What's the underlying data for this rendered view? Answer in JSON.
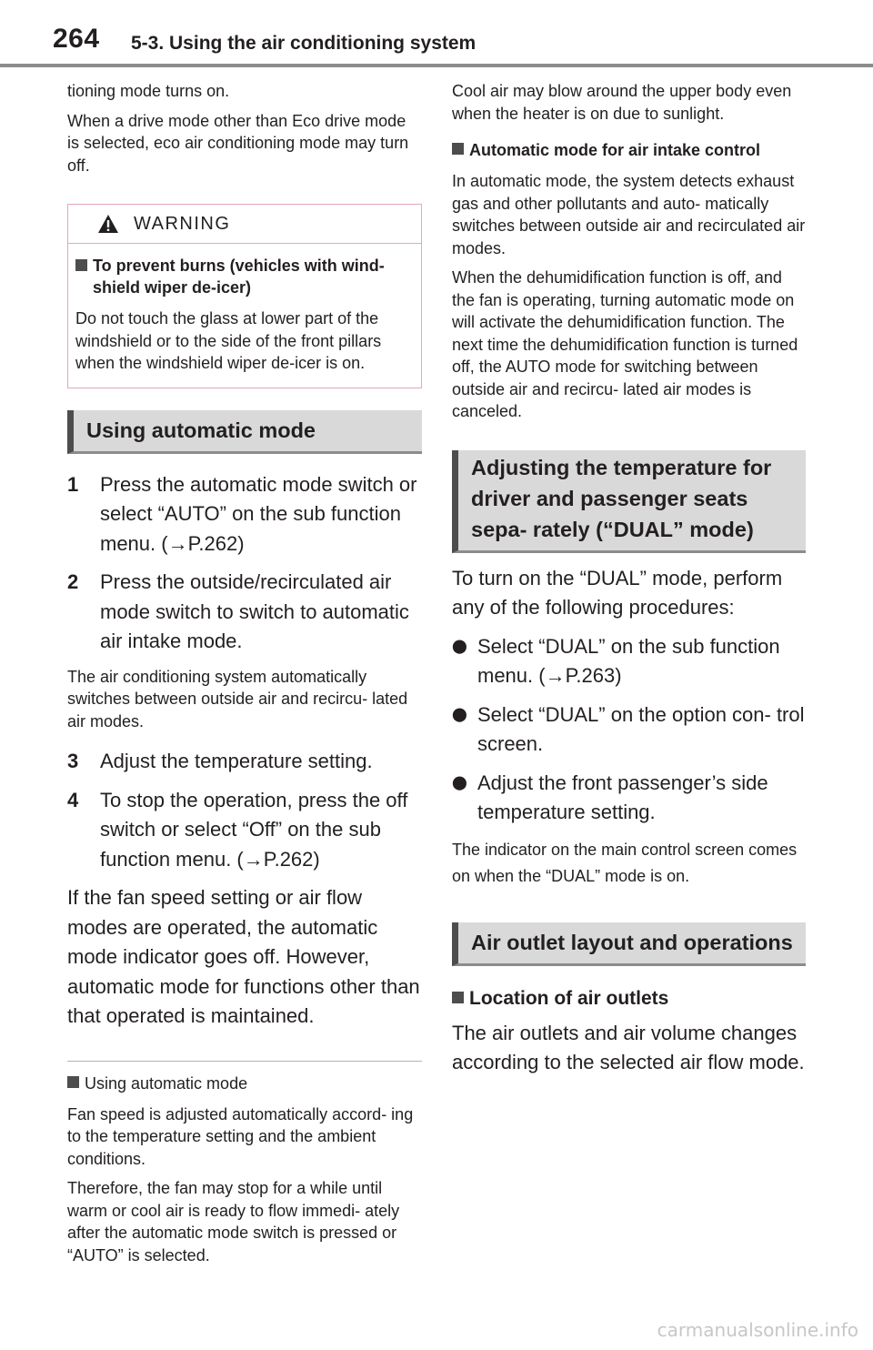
{
  "header": {
    "page_number": "264",
    "section_title": "5-3. Using the air conditioning system"
  },
  "left": {
    "intro_1": "tioning mode turns on.",
    "intro_2": "When a drive mode other than Eco drive mode is selected, eco air conditioning mode may turn off.",
    "warning": {
      "title": "WARNING",
      "subtitle": "To prevent burns (vehicles with wind- shield wiper de-icer)",
      "body": "Do not touch the glass at lower part of the windshield or to the side of the front pillars when the windshield wiper de-icer is on."
    },
    "section_heading": "Using automatic mode",
    "steps": [
      {
        "num": "1",
        "text": "Press the automatic mode switch or select “AUTO” on the sub function menu. (→P.262)"
      },
      {
        "num": "2",
        "text": "Press the outside/recirculated air mode switch to switch to automatic air intake mode."
      }
    ],
    "note": "The air conditioning system automatically switches between outside air and recircu- lated air modes.",
    "steps_2": [
      {
        "num": "3",
        "text": "Adjust the temperature setting."
      },
      {
        "num": "4",
        "text": "To stop the operation, press the off switch or select “Off” on the sub function menu. (→P.262)"
      }
    ],
    "paragraph": "If the fan speed setting or air flow modes are operated, the automatic mode indicator goes off. However, automatic mode for functions other than that operated is maintained.",
    "sub_head": "Using automatic mode",
    "sub_p1": "Fan speed is adjusted automatically accord- ing to the temperature setting and the ambient conditions.",
    "sub_p2": "Therefore, the fan may stop for a while until warm or cool air is ready to flow immedi- ately after the automatic mode switch is pressed or “AUTO” is selected."
  },
  "right": {
    "intro": "Cool air may blow around the upper body even when the heater is on due to sunlight.",
    "sub_head_1": "Automatic mode for air intake control",
    "p1": "In automatic mode, the system detects exhaust gas and other pollutants and auto- matically switches between outside air and recirculated air modes.",
    "p2": "When the dehumidification function is off, and the fan is operating, turning automatic mode on will activate the dehumidification function. The next time the dehumidification function is turned off, the AUTO mode for switching between outside air and recircu- lated air modes is canceled.",
    "section_heading_2": "Adjusting the temperature for driver and passenger seats sepa- rately (“DUAL” mode)",
    "dual_intro": "To turn on the “DUAL” mode, perform any of the following procedures:",
    "bullets": [
      "Select “DUAL” on the sub function menu. (→P.263)",
      "Select “DUAL” on the option con- trol screen.",
      "Adjust the front passenger’s side temperature setting."
    ],
    "dual_note": "The indicator on the main control screen comes on when the “DUAL” mode is on.",
    "section_heading_3": "Air outlet layout and operations",
    "sub_head_2": "Location of air outlets",
    "outlet_text": "The air outlets and air volume changes according to the selected air flow mode."
  },
  "watermark": "carmanualsonline.info"
}
